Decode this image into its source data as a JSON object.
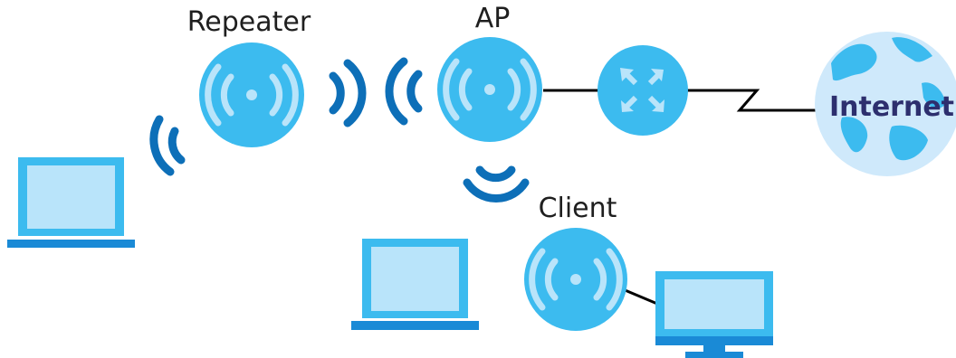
{
  "diagram": {
    "labels": {
      "repeater": "Repeater",
      "ap": "AP",
      "client": "Client",
      "internet": "Internet"
    },
    "nodes": [
      {
        "id": "repeater",
        "kind": "wireless-device",
        "label_key": "repeater"
      },
      {
        "id": "ap",
        "kind": "wireless-device",
        "label_key": "ap"
      },
      {
        "id": "router",
        "kind": "router"
      },
      {
        "id": "internet",
        "kind": "globe",
        "label_key": "internet"
      },
      {
        "id": "client",
        "kind": "wireless-device",
        "label_key": "client"
      },
      {
        "id": "laptop-left",
        "kind": "laptop"
      },
      {
        "id": "laptop-center",
        "kind": "laptop"
      },
      {
        "id": "desktop-monitor",
        "kind": "monitor"
      }
    ],
    "links": [
      {
        "from": "ap",
        "to": "router",
        "type": "wired"
      },
      {
        "from": "router",
        "to": "internet",
        "type": "wan"
      },
      {
        "from": "client",
        "to": "desktop-monitor",
        "type": "wired"
      },
      {
        "from": "repeater",
        "to": "ap",
        "type": "wireless"
      },
      {
        "from": "repeater",
        "to": "laptop-left",
        "type": "wireless"
      },
      {
        "from": "ap",
        "to": "client",
        "type": "wireless"
      }
    ]
  },
  "colors": {
    "device_fill": "#3cbbef",
    "device_waves": "#b9e4fa",
    "signal_waves": "#0d6fb8",
    "screen": "#b9e4fa",
    "frame": "#3cbbef",
    "base": "#1a8ad6",
    "globe": "#cfe9fb",
    "continent": "#3cbbef",
    "internet_text": "#2d2f6e",
    "line": "#000000"
  }
}
